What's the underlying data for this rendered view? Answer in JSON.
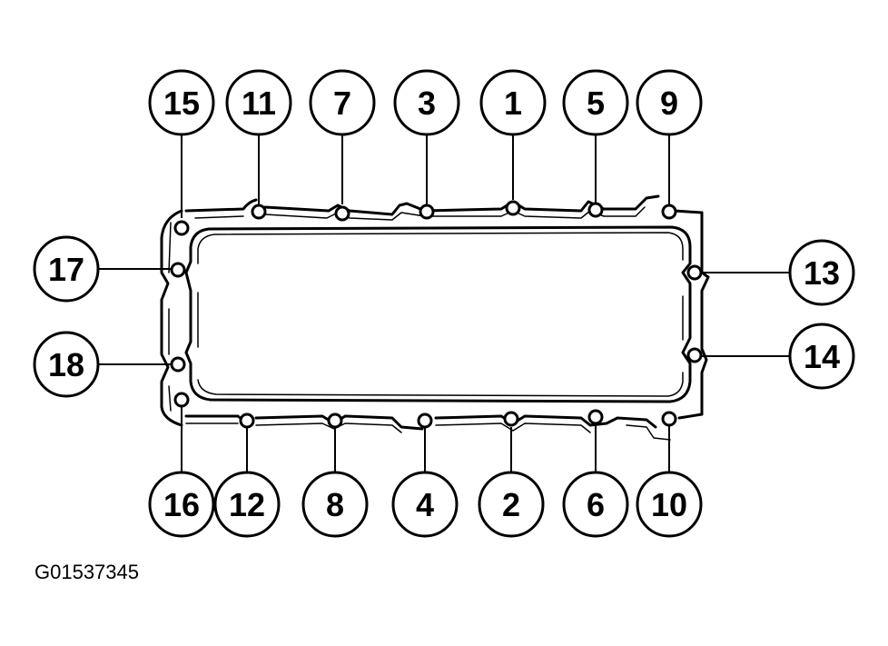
{
  "figure_id": "G01537345",
  "callouts": {
    "b1": "1",
    "b2": "2",
    "b3": "3",
    "b4": "4",
    "b5": "5",
    "b6": "6",
    "b7": "7",
    "b8": "8",
    "b9": "9",
    "b10": "10",
    "b11": "11",
    "b12": "12",
    "b13": "13",
    "b14": "14",
    "b15": "15",
    "b16": "16",
    "b17": "17",
    "b18": "18"
  }
}
